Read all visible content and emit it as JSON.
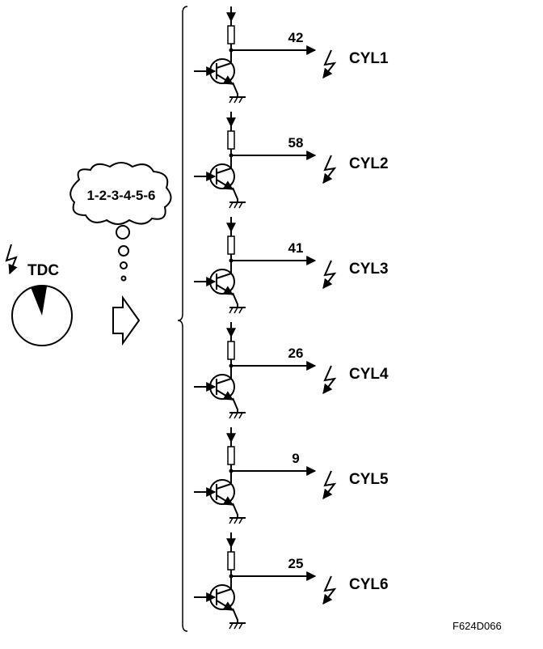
{
  "sequence": "1-2-3-4-5-6",
  "tdc_label": "TDC",
  "figure_code": "F624D066",
  "channels": [
    {
      "value": "42",
      "cyl": "CYL1"
    },
    {
      "value": "58",
      "cyl": "CYL2"
    },
    {
      "value": "41",
      "cyl": "CYL3"
    },
    {
      "value": "26",
      "cyl": "CYL4"
    },
    {
      "value": "9",
      "cyl": "CYL5"
    },
    {
      "value": "25",
      "cyl": "CYL6"
    }
  ]
}
